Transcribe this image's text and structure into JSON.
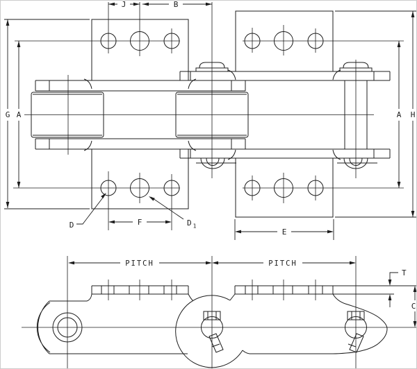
{
  "drawing": {
    "background": "#ffffff",
    "line_color": "#1c1c1c",
    "labels": {
      "j": "J",
      "b": "B",
      "g": "G",
      "a_left": "A",
      "a_right": "A",
      "h": "H",
      "d": "D",
      "f": "F",
      "d1_base": "D",
      "d1_sub": "1",
      "e": "E",
      "pitch_left": "PITCH",
      "pitch_right": "PITCH",
      "t": "T",
      "c": "C"
    }
  }
}
